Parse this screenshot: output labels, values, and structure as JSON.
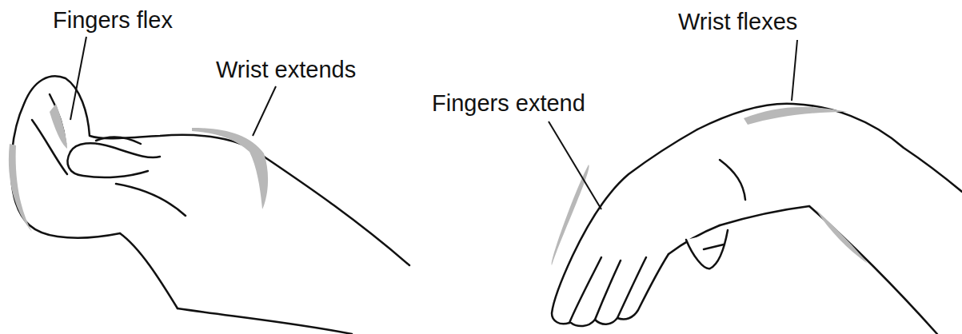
{
  "diagram": {
    "labels": [
      "Fingers flex",
      "Wrist extends",
      "Fingers extend",
      "Wrist flexes"
    ]
  }
}
